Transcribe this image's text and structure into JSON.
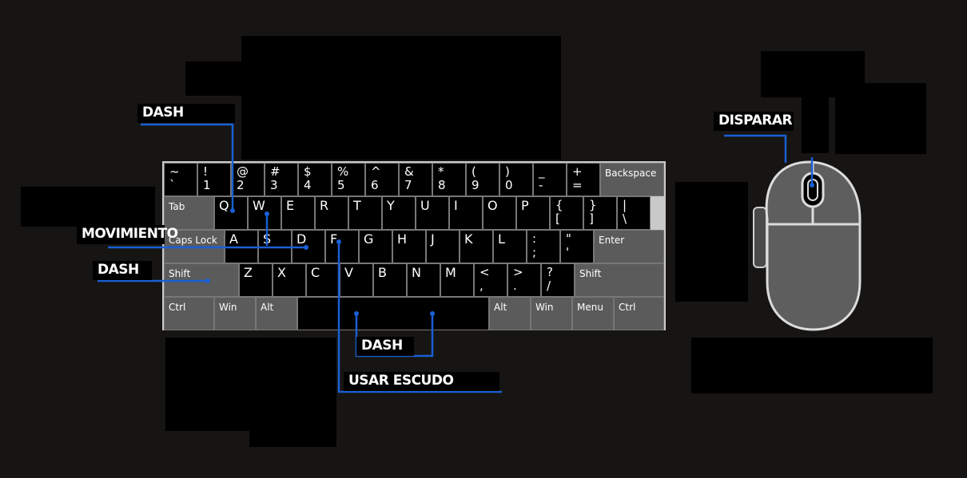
{
  "labels": {
    "dash_top": "DASH",
    "movimiento": "MOVIMIENTO",
    "dash_left": "DASH",
    "dash_bottom": "DASH",
    "usar_escudo": "USAR ESCUDO",
    "disparar": "DISPARAR"
  },
  "keyboard": {
    "row1": [
      {
        "top": "~",
        "bot": "`"
      },
      {
        "top": "!",
        "bot": "1"
      },
      {
        "top": "@",
        "bot": "2"
      },
      {
        "top": "#",
        "bot": "3"
      },
      {
        "top": "$",
        "bot": "4"
      },
      {
        "top": "%",
        "bot": "5"
      },
      {
        "top": "^",
        "bot": "6"
      },
      {
        "top": "&",
        "bot": "7"
      },
      {
        "top": "*",
        "bot": "8"
      },
      {
        "top": "(",
        "bot": "9"
      },
      {
        "top": ")",
        "bot": "0"
      },
      {
        "top": "_",
        "bot": "-"
      },
      {
        "top": "+",
        "bot": "="
      }
    ],
    "backspace": "Backspace",
    "tab": "Tab",
    "row2": [
      "Q",
      "W",
      "E",
      "R",
      "T",
      "Y",
      "U",
      "I",
      "O",
      "P"
    ],
    "row2_sym": [
      {
        "top": "{",
        "bot": "["
      },
      {
        "top": "}",
        "bot": "]"
      },
      {
        "top": "|",
        "bot": "\\"
      }
    ],
    "caps": "Caps Lock",
    "row3": [
      "A",
      "S",
      "D",
      "F",
      "G",
      "H",
      "J",
      "K",
      "L"
    ],
    "row3_sym": [
      {
        "top": ":",
        "bot": ";"
      },
      {
        "top": "\"",
        "bot": "'"
      }
    ],
    "enter": "Enter",
    "shift_left": "Shift",
    "row4": [
      "Z",
      "X",
      "C",
      "V",
      "B",
      "N",
      "M"
    ],
    "row4_sym": [
      {
        "top": "<",
        "bot": ","
      },
      {
        "top": ">",
        "bot": "."
      },
      {
        "top": "?",
        "bot": "/"
      }
    ],
    "shift_right": "Shift",
    "bottom": {
      "ctrl_l": "Ctrl",
      "win_l": "Win",
      "alt_l": "Alt",
      "alt_r": "Alt",
      "win_r": "Win",
      "menu": "Menu",
      "ctrl_r": "Ctrl"
    }
  },
  "colors": {
    "accent": "#1a5fd4",
    "background": "#161513",
    "key": "#000000",
    "modifier_key": "#5b5b5b",
    "mouse": "#5e5e5e"
  }
}
